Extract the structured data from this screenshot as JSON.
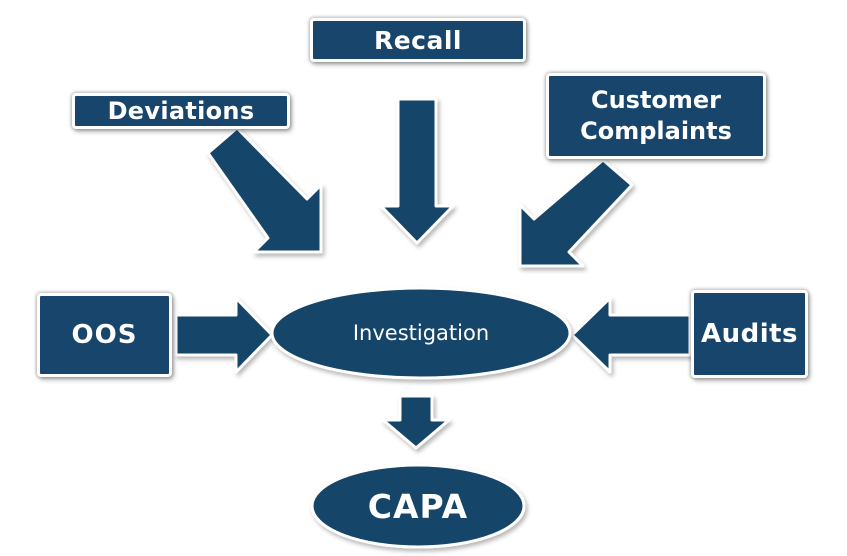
{
  "colors": {
    "fill": "#17456b",
    "outline": "#ffffff"
  },
  "nodes": {
    "recall": "Recall",
    "deviations": "Deviations",
    "customer_complaints": [
      "Customer",
      "Complaints"
    ],
    "oos": "OOS",
    "audits": "Audits",
    "investigation": "Investigation",
    "capa": "CAPA"
  }
}
